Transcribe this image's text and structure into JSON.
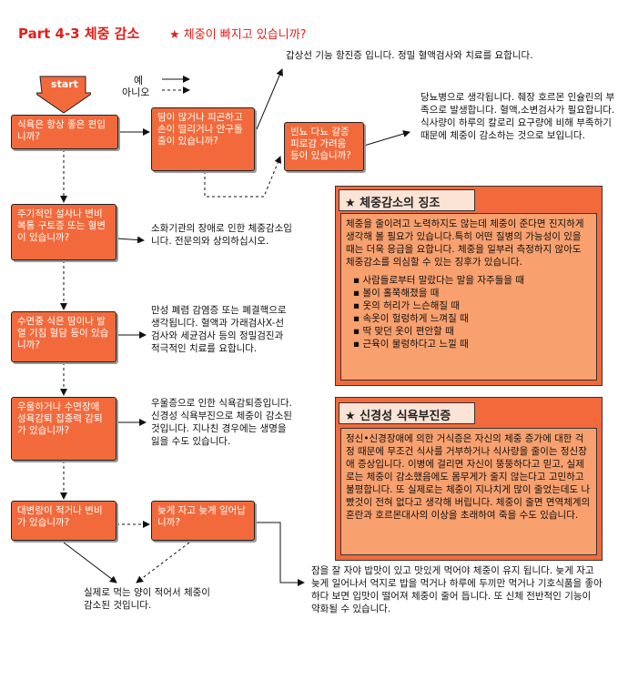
{
  "header": {
    "title": "Part 4-3 체중 감소",
    "subtitle": "★ 체중이 빠지고 있습니까?"
  },
  "start_label": "start",
  "legend": {
    "yes": "예",
    "no": "아니오"
  },
  "questions": [
    "식욕은 항상 좋은 편입니까?",
    "땀이 많거나 피곤하고 손이 떨리거나 안구돌출이 있습니까?",
    "빈뇨 다뇨 갈증 피로감 가려움 등이 있습니까?",
    "주기적인 설사나 변비 복통 구토증 또는 혈변이 있습니까?",
    "수면중 식은 땀이나 발열 기침 혈담 등이 있습니까?",
    "우울하거나 수면장애 성욕감퇴 집중력 감퇴가 있습니까?",
    "대변량이 적거나 변비가 있습니까?",
    "늦게 자고 늦게 일어납니까?"
  ],
  "answers": [
    "갑상선 기능 항진증 입니다. 정밀 혈액검사와 치료를 요합니다.",
    "당뇨병으로 생각됩니다. 췌장 호르몬 인슐린의 부족으로 발생합니다. 혈액,소변검사가 필요합니다. 식사량이 하루의 칼로리 요구량에 비해 부족하기 때문에 체중이 감소하는 것으로 보입니다.",
    "소화기관의 장애로 인한 체중감소입니다. 전문의와 상의하십시오.",
    "만성 폐렴 감염증 또는 폐결핵으로 생각됩니다. 혈액과 가래검사X-선 검사와 세균검사 등의 정밀검진과 적극적인 치료를 요합니다.",
    "우울증으로 인한 식욕감퇴증입니다. 신경성 식욕부진으로 체중이 감소된 것입니다. 지나친 경우에는 생명을 잃을 수도 있습니다.",
    "실제로 먹는 양이 적어서 체중이 감소된 것입니다.",
    "잠을 잘 자야 밥맛이 있고 맛있게 먹어야 체중이 유지 됩니다. 늦게 자고 늦게 일어나서 억지로 밥을 먹거나 하루에 두끼만 먹거나 기호식품을 좋아하다 보면 입맛이 떨어져 체중이 줄어 듭니다. 또 신체 전반적인 기능이 약화될 수 있습니다."
  ],
  "panel1": {
    "heading": "★ 체중감소의 징조",
    "intro": "체중을 줄이려고 노력하지도 않는데 체중이 준다면 진지하게 생각해 볼 필요가 있습니다.특히 어떤 질병의 가능성이 있을 때는 더욱 응급을 요합니다. 체중을 일부러 측정하지 않아도 체중감소를 의심할 수 있는 징후가 있습니다.",
    "items": [
      "사람들로부터 말랐다는 말을 자주들을 때",
      "볼이 홀쭉해졌을 때",
      "옷의 허리가 느슨해질 때",
      "속옷이 헐렁하게 느껴질 때",
      "딱 맞던 옷이 편안할 때",
      "근육이 물렁하다고 느낄 때"
    ]
  },
  "panel2": {
    "heading": "★ 신경성 식욕부진증",
    "body": "정신•신경장애에 의한 거식증은 자신의 체중 증가에 대한 걱정 때문에 무조건 식사를 거부하거나 식사량을 줄이는 정신장애 증상입니다. 이병에 걸리면 자신이 뚱뚱하다고 믿고, 실제로는 체중이 감소했음에도 몸무게가 줄지 않는다고 고민하고 불평합니다. 또 실제로는 체중이 지나치게 많이 줄었는데도 나빴것이 전혀 없다고 생각해 버립니다. 체중이 줄면 면역체계의 혼란과 호르몬대사의 이상을 초래하여 죽을 수도 있습니다."
  },
  "colors": {
    "box": "#f26a3c",
    "title": "#e0201a",
    "panel_body": "#f8a06e",
    "panel_head": "#fbe3d6"
  }
}
